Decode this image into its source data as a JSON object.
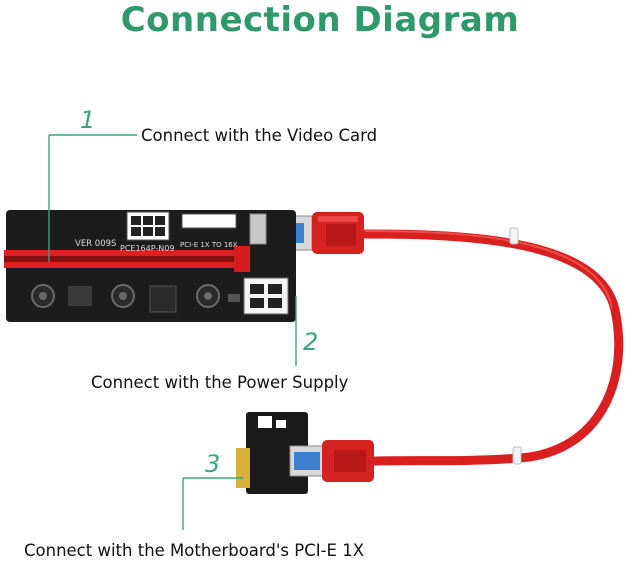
{
  "title": "Connection Diagram",
  "callouts": [
    {
      "number": "1",
      "label": "Connect with the Video Card"
    },
    {
      "number": "2",
      "label": "Connect with the Power Supply"
    },
    {
      "number": "3",
      "label": "Connect with the Motherboard's PCI-E 1X"
    }
  ],
  "board_text": {
    "ver": "VER 009S",
    "model": "PCE164P-N09",
    "pcie": "PCI-E 1X TO 16X"
  },
  "colors": {
    "title": "#2e9a6a",
    "callout_number": "#3aa57c",
    "leader_line": "#3aa57c",
    "cable": "#e02424",
    "board": "#1c1c1c"
  }
}
